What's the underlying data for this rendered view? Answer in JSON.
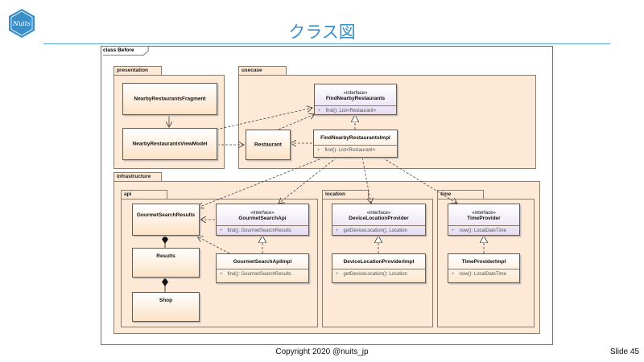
{
  "slide": {
    "title": "クラス図",
    "copyright": "Copyright 2020 @nuits_jp",
    "slide_number": "Slide 45",
    "logo_text": "Nuits"
  },
  "diagram": {
    "frame_label": "class Before",
    "packages": {
      "presentation": "presentation",
      "usecase": "usecase",
      "infrastructure": "infrastructure",
      "api": "api",
      "location": "location",
      "time": "time"
    },
    "classes": {
      "nearby_fragment": "NearbyRestaurantsFragment",
      "nearby_viewmodel": "NearbyRestaurantsViewModel",
      "restaurant": "Restaurant",
      "find_iface": {
        "stereotype": "«interface»",
        "name": "FindNearbyRestaurants",
        "vis": "+",
        "op": "find(): List<Restaurant>"
      },
      "find_impl": {
        "name": "FindNearbyRestaurantsImpl",
        "vis": "+",
        "op": "find(): List<Restaurant>"
      },
      "gourmet_results": "GourmetSearchResults",
      "results": "Results",
      "shop": "Shop",
      "gourmet_api": {
        "stereotype": "«interface»",
        "name": "GourmetSearchApi",
        "vis": "+",
        "op": "find(): GourmetSearchResults"
      },
      "gourmet_api_impl": {
        "name": "GourmetSearchApiImpl",
        "vis": "+",
        "op": "find(): GourmetSearchResults"
      },
      "location_provider": {
        "stereotype": "«interface»",
        "name": "DeviceLocationProvider",
        "vis": "+",
        "op": "getDeviceLocation(): Location"
      },
      "location_provider_impl": {
        "name": "DeviceLocationProviderImpl",
        "vis": "+",
        "op": "getDeviceLocation(): Location"
      },
      "time_provider": {
        "stereotype": "«interface»",
        "name": "TimeProvider",
        "vis": "+",
        "op": "now(): LocalDateTime"
      },
      "time_provider_impl": {
        "name": "TimeProviderImpl",
        "vis": "+",
        "op": "now(): LocalDateTime"
      }
    }
  },
  "colors": {
    "accent": "#3a8fc8",
    "package_fill": "#fde9d6",
    "interface_fill": "#e6dcf3"
  }
}
